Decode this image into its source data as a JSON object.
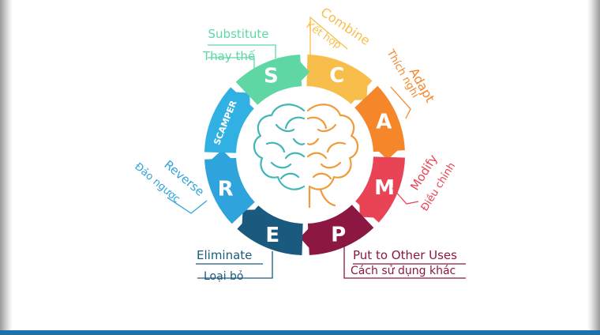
{
  "center_label": "SCAMPER",
  "segments": [
    {
      "id": "substitute",
      "letter": "S",
      "en": "Substitute",
      "vi": "Thay thế",
      "color": "#5ed7a5"
    },
    {
      "id": "combine",
      "letter": "C",
      "en": "Combine",
      "vi": "Kết hợp",
      "color": "#f7be4b"
    },
    {
      "id": "adapt",
      "letter": "A",
      "en": "Adapt",
      "vi": "Thích nghi",
      "color": "#f5872a"
    },
    {
      "id": "modify",
      "letter": "M",
      "en": "Modify",
      "vi": "Điều chỉnh",
      "color": "#e94455"
    },
    {
      "id": "put-to-other-uses",
      "letter": "P",
      "en": "Put to Other Uses",
      "vi": "Cách sử dụng khác",
      "color": "#8c1742"
    },
    {
      "id": "eliminate",
      "letter": "E",
      "en": "Eliminate",
      "vi": "Loại bỏ",
      "color": "#1a5a7f"
    },
    {
      "id": "reverse",
      "letter": "R",
      "en": "Reverse",
      "vi": "Đảo ngược",
      "color": "#2fa3db"
    }
  ],
  "scamper_color": "#31b1e3",
  "brain_left_color": "#3fb6b8",
  "brain_right_color": "#f19a3a"
}
